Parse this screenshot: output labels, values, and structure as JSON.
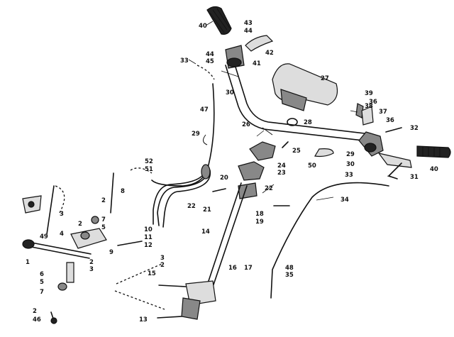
{
  "callouts": [
    "1",
    "2",
    "3",
    "4",
    "5",
    "6",
    "7",
    "8",
    "9",
    "10",
    "11",
    "12",
    "13",
    "14",
    "15",
    "16",
    "17",
    "18",
    "19",
    "20",
    "21",
    "22",
    "23",
    "24",
    "25",
    "26",
    "27",
    "28",
    "29",
    "30",
    "31",
    "32",
    "33",
    "34",
    "35",
    "36",
    "37",
    "38",
    "39",
    "40",
    "41",
    "42",
    "43",
    "44",
    "45",
    "46",
    "47",
    "48",
    "49",
    "50",
    "51",
    "52"
  ]
}
